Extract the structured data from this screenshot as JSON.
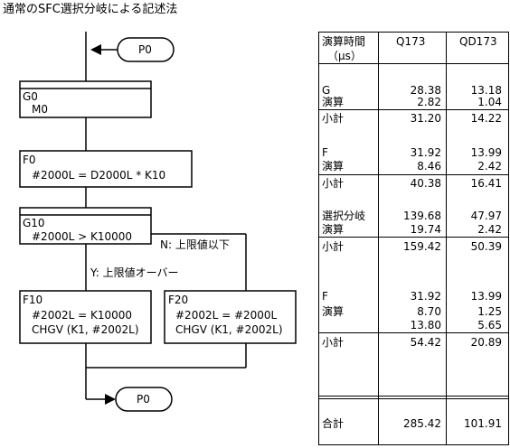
{
  "title": "通常のSFC選択分岐による記述法",
  "flowchart": {
    "start_label": "P0",
    "end_label": "P0",
    "g0": {
      "name": "G0",
      "body": "M0"
    },
    "f0": {
      "name": "F0",
      "body": "#2000L = D2000L * K10"
    },
    "g10": {
      "name": "G10",
      "body": "#2000L > K10000"
    },
    "branch_no": "N: 上限値以下",
    "branch_yes": "Y: 上限値オーバー",
    "f10": {
      "name": "F10",
      "line1": "#2002L = K10000",
      "line2": "CHGV (K1, #2002L)"
    },
    "f20": {
      "name": "F20",
      "line1": "#2002L = #2000L",
      "line2": "CHGV (K1, #2002L)"
    }
  },
  "table": {
    "header": {
      "col0_line1": "演算時間",
      "col0_line2": "（μs）",
      "col1": "Q173",
      "col2": "QD173"
    },
    "rows": [
      {
        "label": "G",
        "q173": "28.38",
        "qd173": "13.18"
      },
      {
        "label": "演算",
        "q173": "2.82",
        "qd173": "1.04"
      },
      {
        "label": "小計",
        "q173": "31.20",
        "qd173": "14.22"
      },
      {
        "label": "F",
        "q173": "31.92",
        "qd173": "13.99"
      },
      {
        "label": "演算",
        "q173": "8.46",
        "qd173": "2.42"
      },
      {
        "label": "小計",
        "q173": "40.38",
        "qd173": "16.41"
      },
      {
        "label": "選択分岐",
        "q173": "139.68",
        "qd173": "47.97"
      },
      {
        "label": "演算",
        "q173": "19.74",
        "qd173": "2.42"
      },
      {
        "label": "小計",
        "q173": "159.42",
        "qd173": "50.39"
      },
      {
        "label": "F",
        "q173": "31.92",
        "qd173": "13.99"
      },
      {
        "label": "演算",
        "q173": "8.70",
        "qd173": "1.25"
      },
      {
        "label": "",
        "q173": "13.80",
        "qd173": "5.65"
      },
      {
        "label": "小計",
        "q173": "54.42",
        "qd173": "20.89"
      },
      {
        "label": "合計",
        "q173": "285.42",
        "qd173": "101.91"
      }
    ]
  }
}
